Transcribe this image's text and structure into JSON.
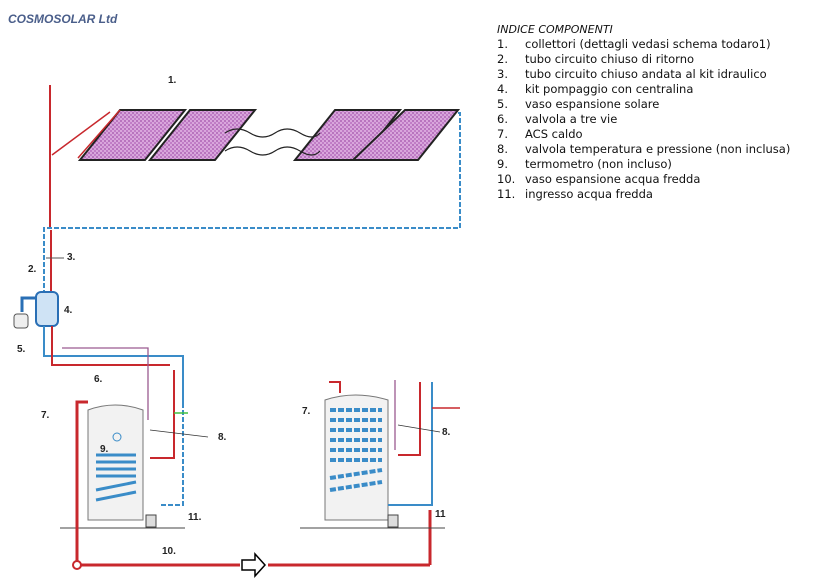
{
  "company": "COSMOSOLAR Ltd",
  "legend": {
    "title": "INDICE COMPONENTI",
    "items": [
      {
        "n": "1.",
        "t": "collettori (dettagli vedasi schema todaro1)"
      },
      {
        "n": "2.",
        "t": "tubo circuito chiuso di ritorno"
      },
      {
        "n": "3.",
        "t": "tubo circuito chiuso andata al kit idraulico"
      },
      {
        "n": "4.",
        "t": "kit pompaggio con centralina"
      },
      {
        "n": "5.",
        "t": "vaso espansione solare"
      },
      {
        "n": "6.",
        "t": "valvola a tre vie"
      },
      {
        "n": "7.",
        "t": "ACS caldo"
      },
      {
        "n": "8.",
        "t": "valvola temperatura e pressione (non inclusa)"
      },
      {
        "n": "9.",
        "t": "termometro (non incluso)"
      },
      {
        "n": "10.",
        "t": "vaso espansione acqua fredda"
      },
      {
        "n": "11.",
        "t": "ingresso acqua fredda"
      }
    ]
  },
  "labels": {
    "l1": "1.",
    "l2": "2.",
    "l3": "3.",
    "l4": "4.",
    "l5": "5.",
    "l6": "6.",
    "l7": "7.",
    "l8": "8.",
    "l9": "9.",
    "l10": "10.",
    "l11": "11.",
    "r7": "7.",
    "r8": "8.",
    "r11": "11"
  },
  "colors": {
    "hot": "#c8282d",
    "cold": "#3a8cc8",
    "panel": "#c080c8"
  }
}
